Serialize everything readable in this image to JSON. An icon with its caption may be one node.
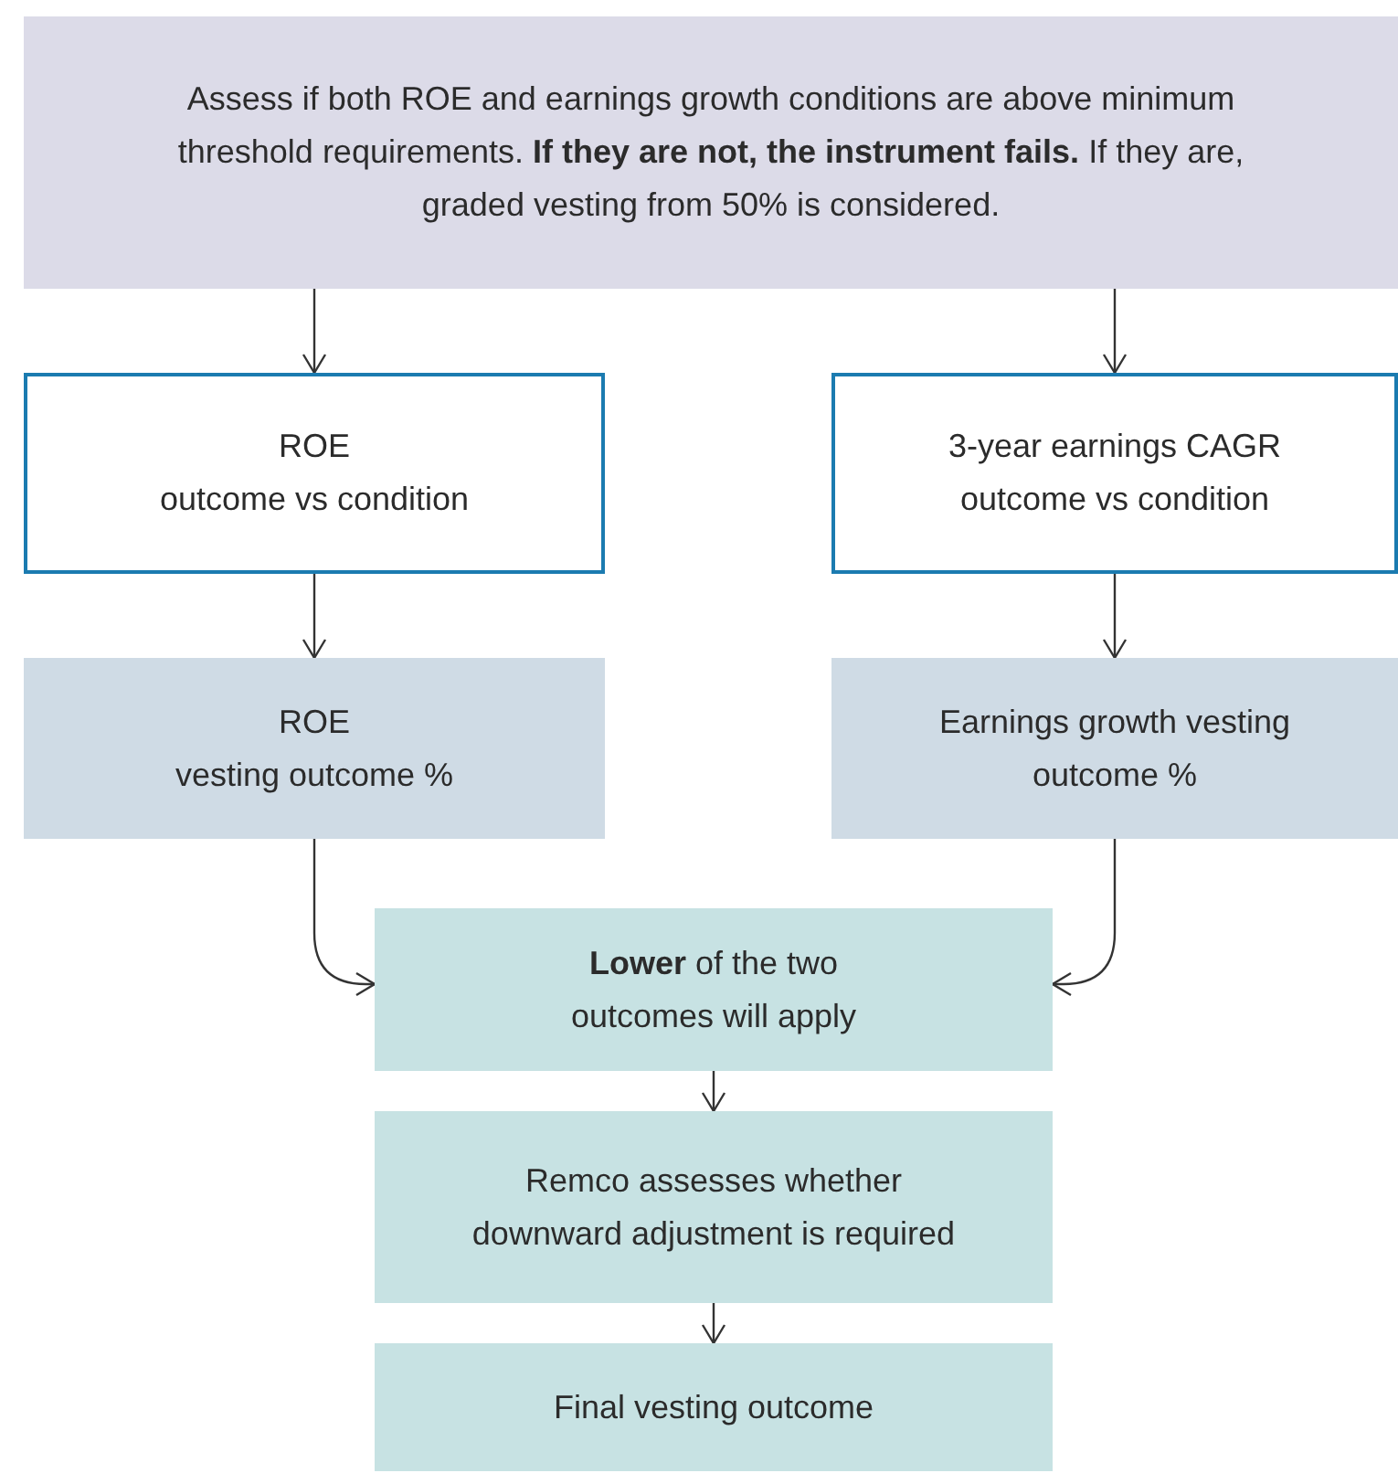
{
  "diagram": {
    "nodes": [
      {
        "text": [
          "Assess if both ROE and earnings growth conditions are above minimum threshold requirements. **If they are not, the instrument fails.** If they are, graded vesting from 50% is considered."
        ]
      },
      {
        "text": [
          "ROE",
          "outcome vs condition"
        ]
      },
      {
        "text": [
          "3-year earnings CAGR outcome vs condition"
        ]
      },
      {
        "text": [
          "ROE",
          "vesting outcome %"
        ]
      },
      {
        "text": [
          "Earnings growth vesting outcome %"
        ]
      },
      {
        "text": [
          "**Lower** of the two outcomes will apply"
        ]
      },
      {
        "text": [
          "Remco assesses whether downward adjustment is required"
        ]
      },
      {
        "text": [
          "Final vesting outcome"
        ]
      }
    ],
    "edges": [
      {
        "from": 0,
        "to": 1,
        "arrow": "to"
      },
      {
        "from": 0,
        "to": 2,
        "arrow": "to"
      },
      {
        "from": 1,
        "to": 3,
        "arrow": "to"
      },
      {
        "from": 2,
        "to": 4,
        "arrow": "to"
      },
      {
        "from": 3,
        "to": 5,
        "arrow": "to"
      },
      {
        "from": 4,
        "to": 5,
        "arrow": "to"
      },
      {
        "from": 5,
        "to": 6,
        "arrow": "to"
      },
      {
        "from": 6,
        "to": 7,
        "arrow": "to"
      }
    ]
  }
}
